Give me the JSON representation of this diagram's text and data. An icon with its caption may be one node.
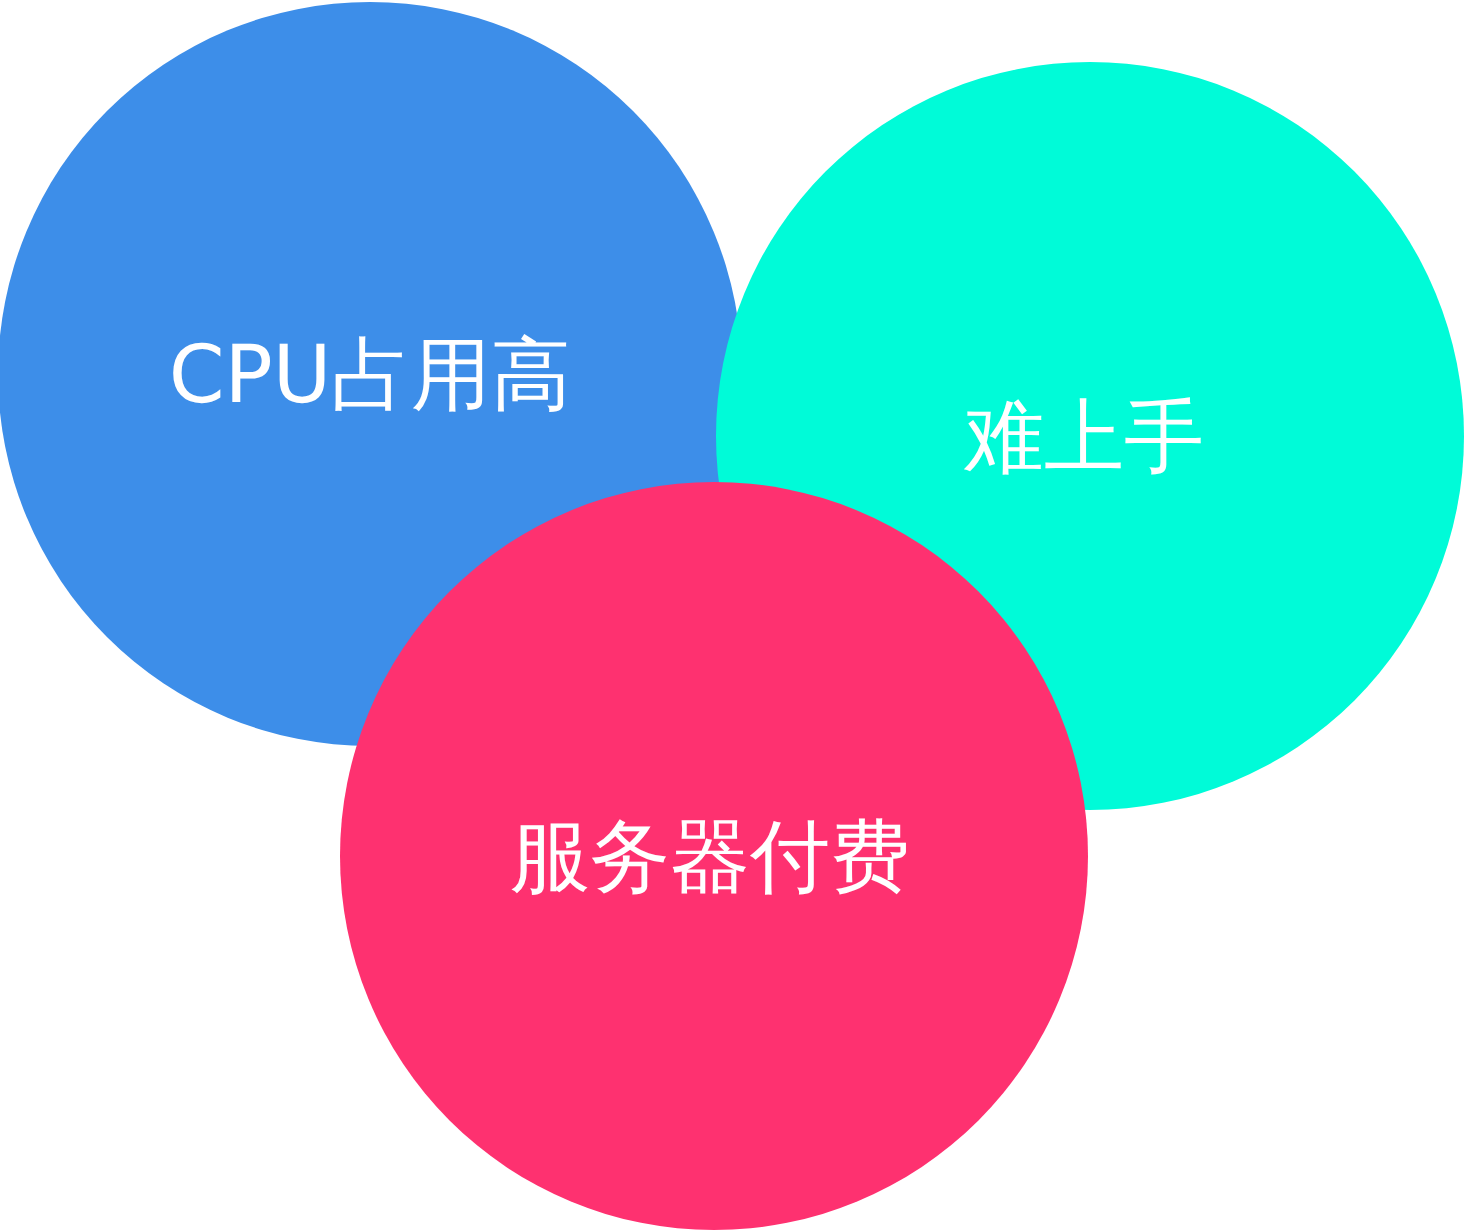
{
  "diagram": {
    "nodes": [
      {
        "text": [
          "CPU占用高"
        ]
      },
      {
        "text": [
          "难上手"
        ]
      },
      {
        "text": [
          "服务器付费"
        ]
      }
    ]
  }
}
